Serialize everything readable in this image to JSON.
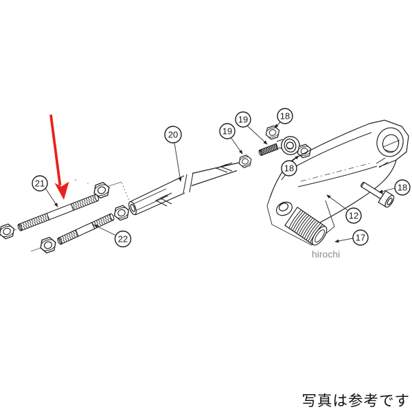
{
  "diagram": {
    "kind": "exploded-parts-diagram",
    "background": "#ffffff",
    "ink": "#1f1f1f",
    "callouts": [
      {
        "label": "21"
      },
      {
        "label": "22"
      },
      {
        "label": "20"
      },
      {
        "label": "19"
      },
      {
        "label": "19"
      },
      {
        "label": "18"
      },
      {
        "label": "18"
      },
      {
        "label": "18"
      },
      {
        "label": "12"
      },
      {
        "label": "17"
      }
    ],
    "pointer": {
      "shape": "arrow",
      "color": "#e8221c",
      "target_label": "21"
    },
    "watermark": {
      "text": "hirochi",
      "color": "#8c8c8c"
    },
    "caption": {
      "text": "写真は参考です",
      "color": "#111111"
    }
  }
}
